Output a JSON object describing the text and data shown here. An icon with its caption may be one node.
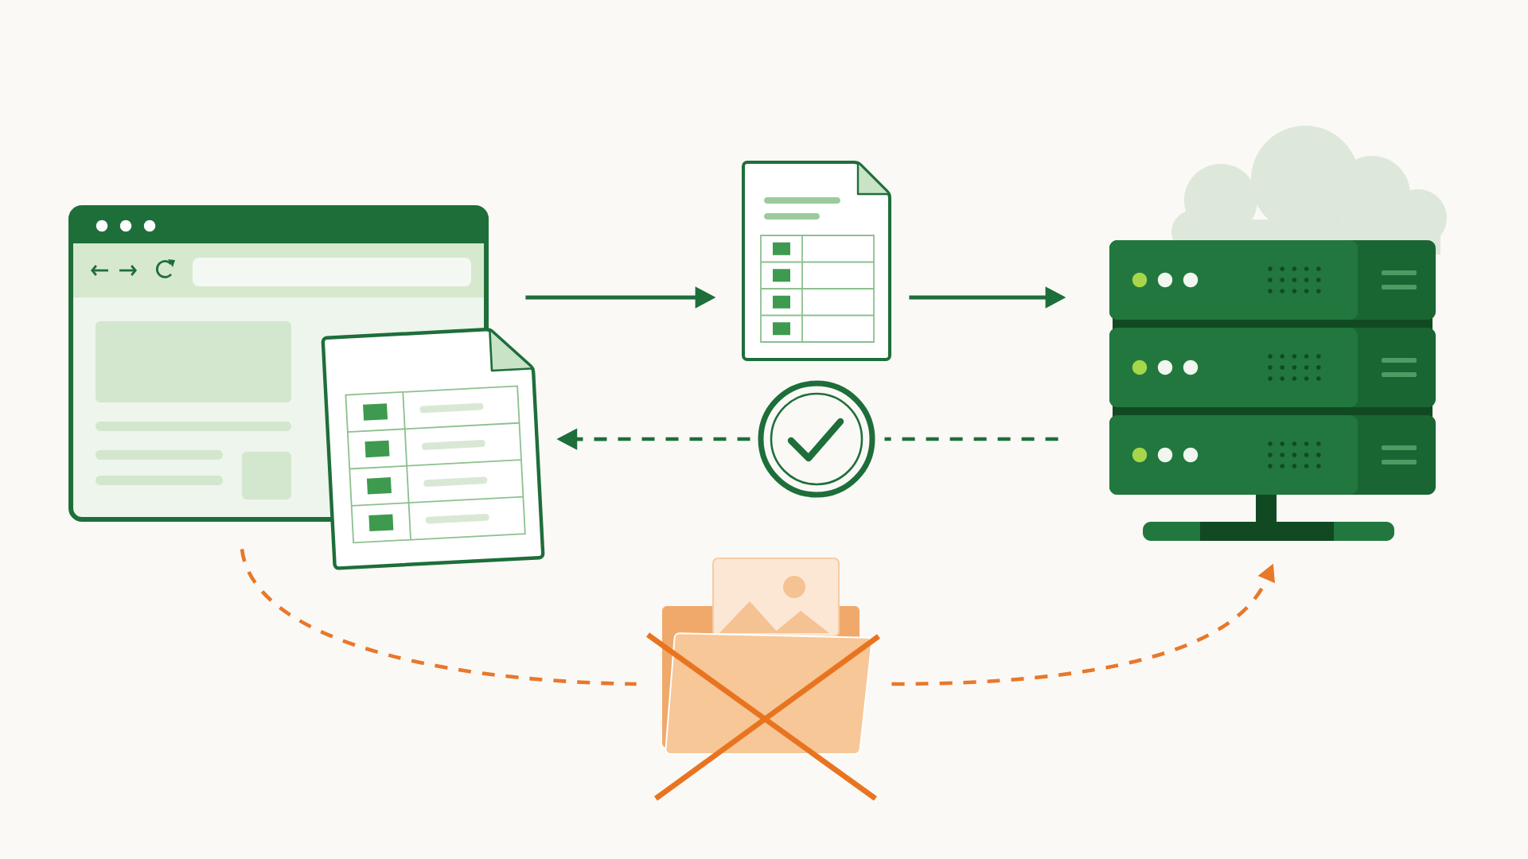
{
  "diagram": {
    "nodes": [
      {
        "text": [],
        "shape": "picture"
      },
      {
        "text": [],
        "shape": "picture"
      },
      {
        "text": [],
        "shape": "picture"
      },
      {
        "text": [],
        "shape": "picture"
      },
      {
        "text": [],
        "shape": "circle"
      },
      {
        "text": [],
        "shape": "picture"
      }
    ],
    "edges": [
      {
        "from": 0,
        "to": 2,
        "arrow": "to"
      },
      {
        "from": 2,
        "to": 3,
        "arrow": "to"
      },
      {
        "from": 3,
        "to": 4,
        "arrow": "none",
        "style": "dashed"
      },
      {
        "from": 4,
        "to": 1,
        "arrow": "to",
        "style": "dashed"
      },
      {
        "from": 0,
        "to": 5,
        "arrow": "none",
        "style": "dashed",
        "color": "#e8782a"
      },
      {
        "from": 5,
        "to": 3,
        "arrow": "to",
        "style": "dashed",
        "color": "#e8782a"
      }
    ]
  }
}
